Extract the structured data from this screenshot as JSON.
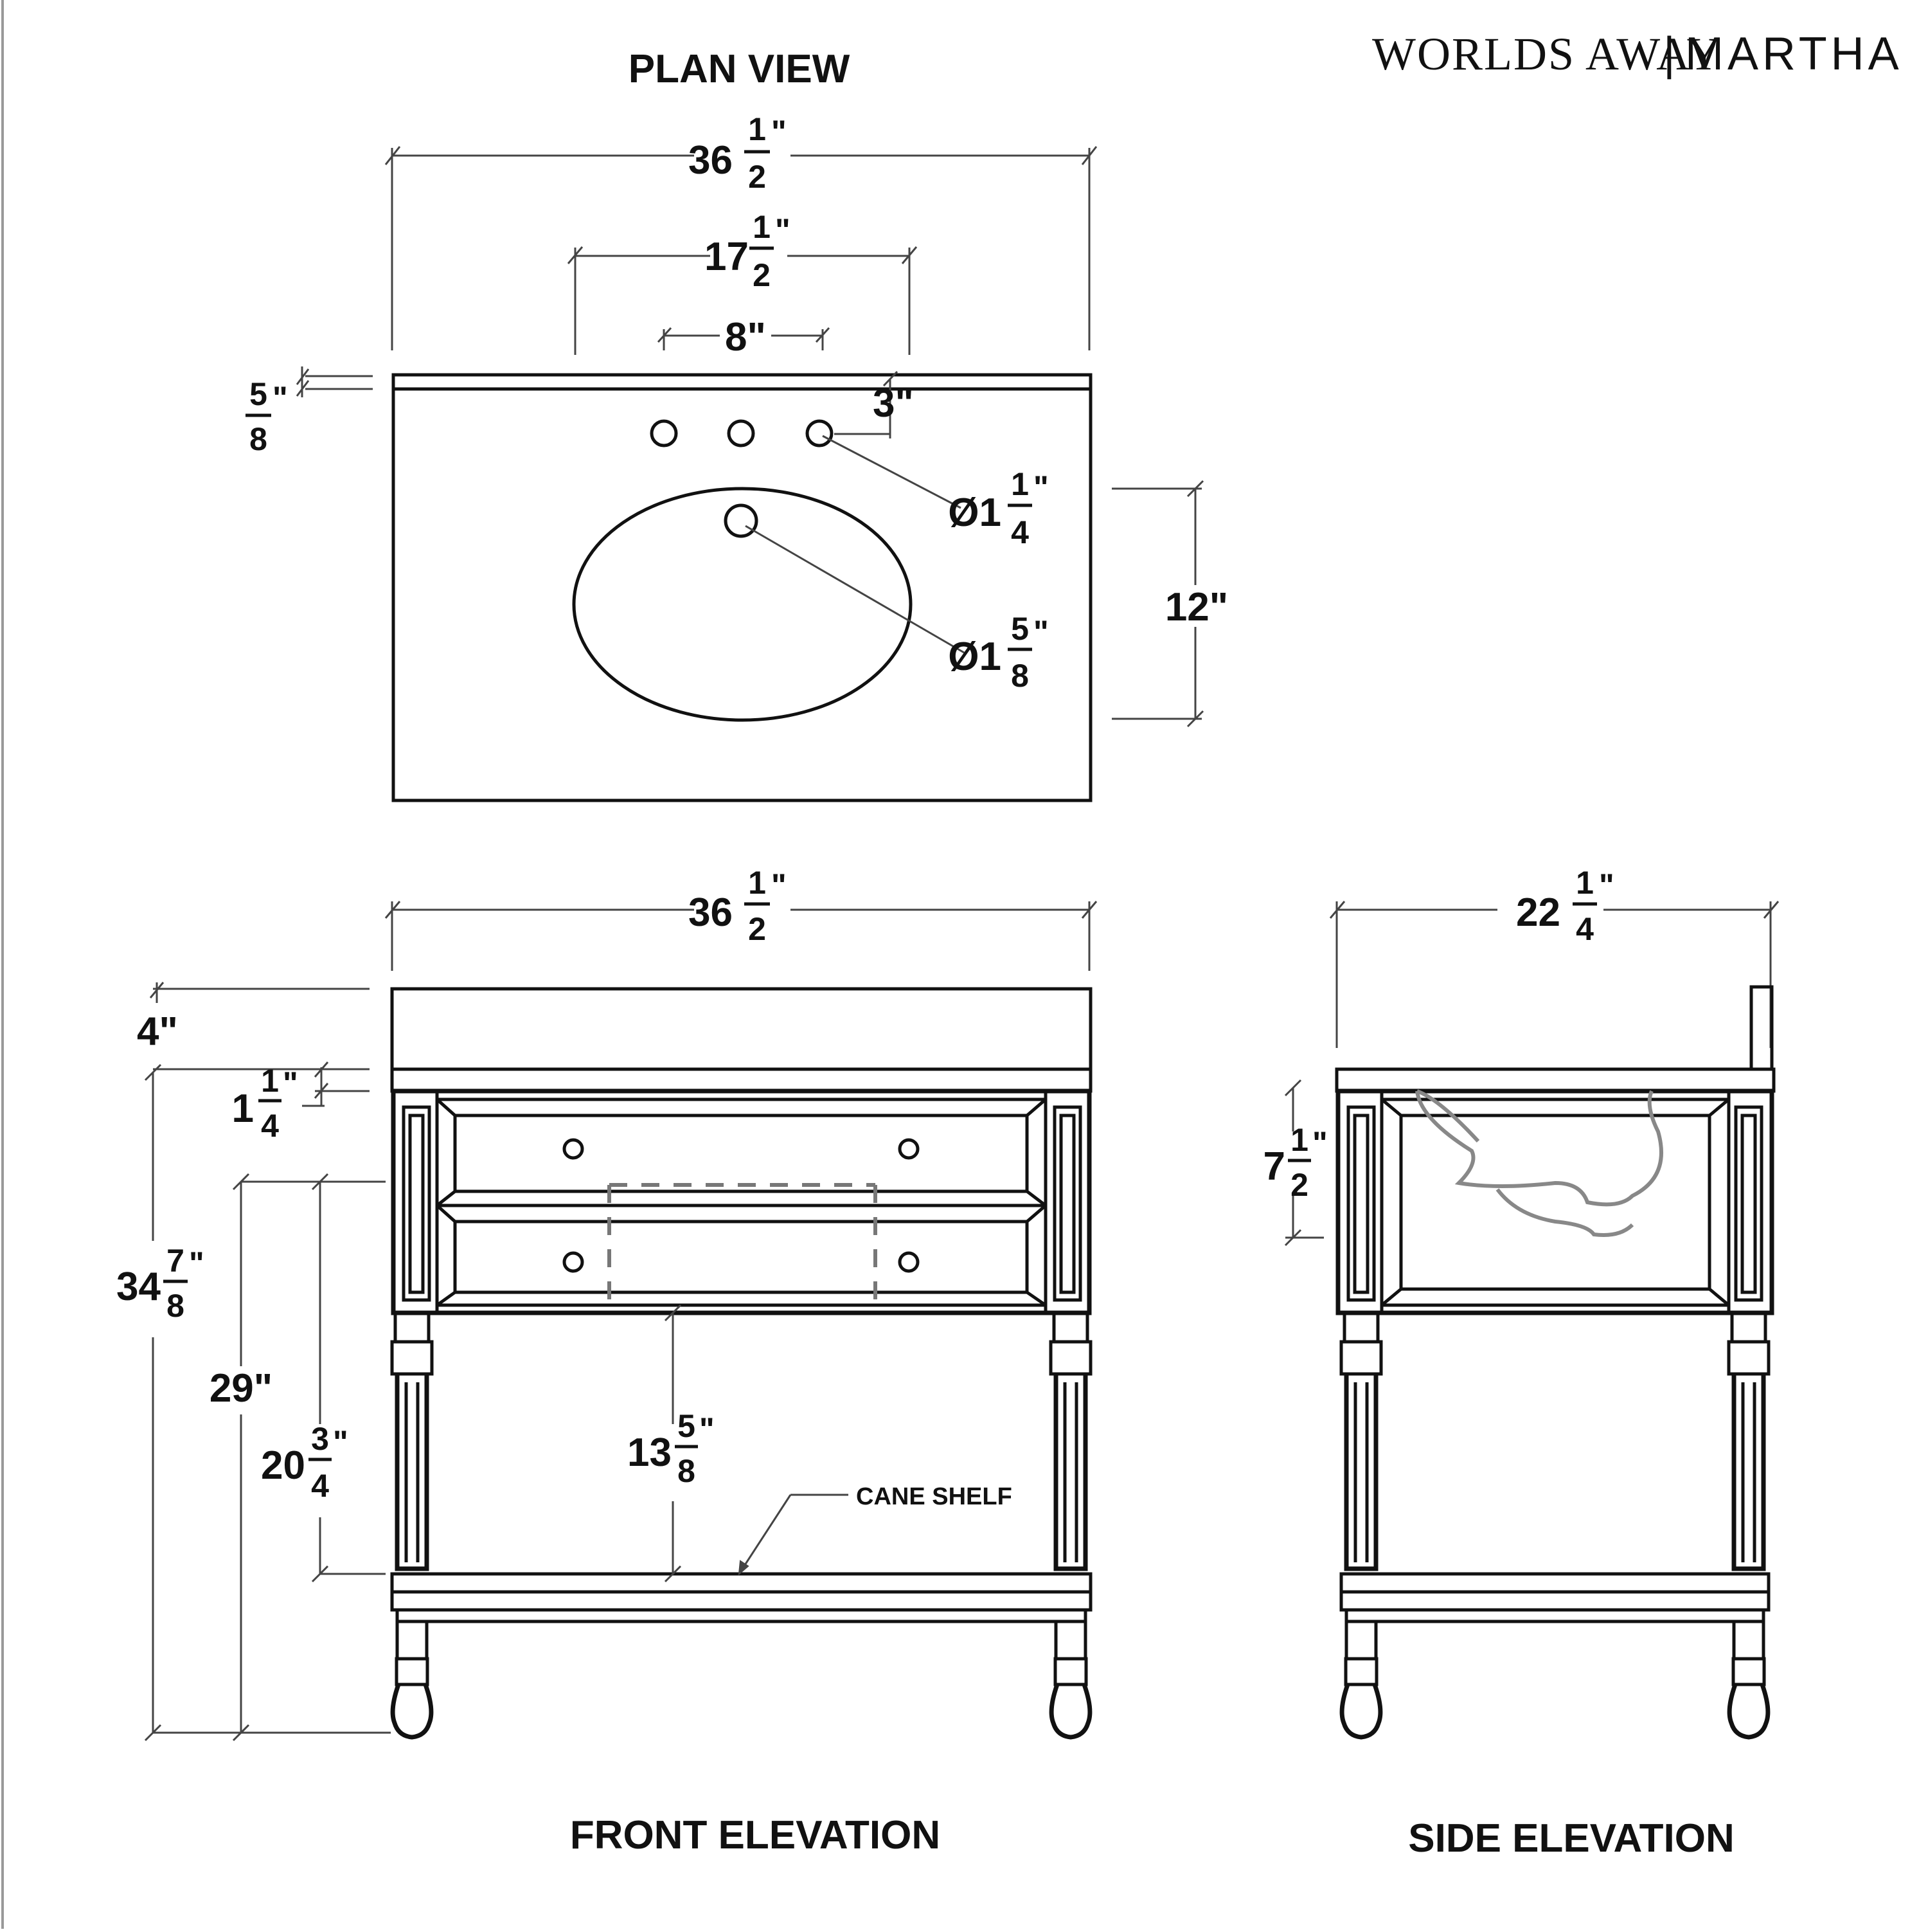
{
  "brand": {
    "left": "WORLDS AWAY",
    "separator": "|",
    "right": "MARTHA"
  },
  "views": {
    "plan": "PLAN VIEW",
    "front": "FRONT ELEVATION",
    "side": "SIDE ELEVATION"
  },
  "plan_dims": {
    "overall_width": {
      "whole": "36",
      "num": "1",
      "den": "2"
    },
    "sink_width": {
      "whole": "17",
      "num": "1",
      "den": "2"
    },
    "faucet_spread": "8\"",
    "backsplash": {
      "num": "5",
      "den": "8"
    },
    "hole_offset": "3\"",
    "faucet_hole": {
      "whole": "Ø1",
      "num": "1",
      "den": "4"
    },
    "drain_hole": {
      "whole": "Ø1",
      "num": "5",
      "den": "8"
    },
    "sink_depth": "12\""
  },
  "front_dims": {
    "overall_width": {
      "whole": "36",
      "num": "1",
      "den": "2"
    },
    "top_height": "4\"",
    "apron": {
      "whole": "1",
      "num": "1",
      "den": "4"
    },
    "overall_height": {
      "whole": "34",
      "num": "7",
      "den": "8"
    },
    "counter_height": "29\"",
    "drawer_to_shelf": {
      "whole": "20",
      "num": "3",
      "den": "4"
    },
    "shelf_clearance": {
      "whole": "13",
      "num": "5",
      "den": "8"
    },
    "shelf_label": "CANE SHELF"
  },
  "side_dims": {
    "overall_depth": {
      "whole": "22",
      "num": "1",
      "den": "4"
    },
    "apron_height": {
      "whole": "7",
      "num": "1",
      "den": "2"
    }
  }
}
